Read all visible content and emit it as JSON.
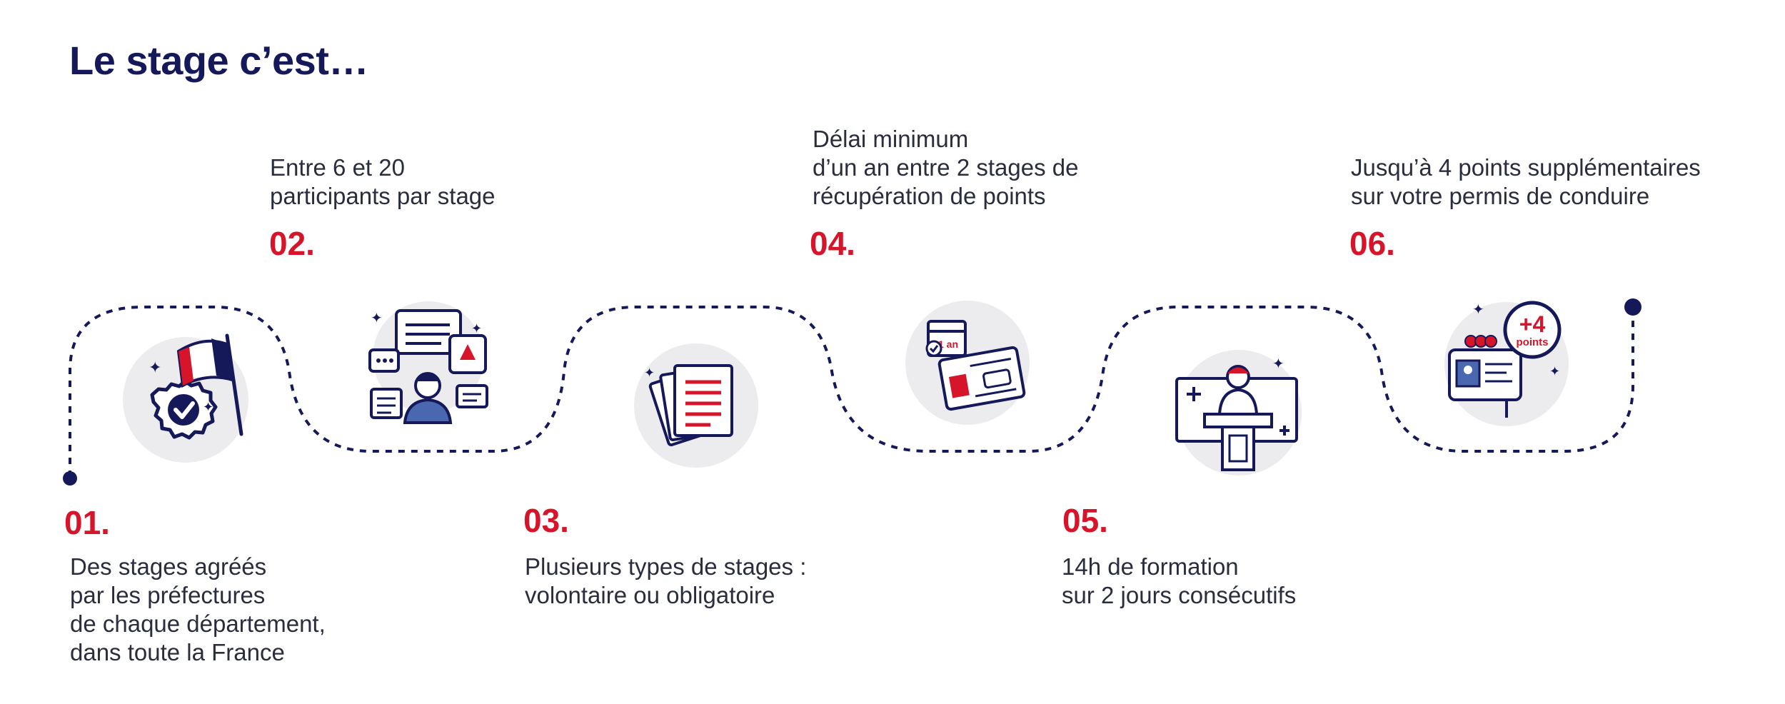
{
  "title": "Le stage c’est…",
  "colors": {
    "navy": "#15195a",
    "red": "#d6142a",
    "circle": "#ececef"
  },
  "steps": [
    {
      "number": "01.",
      "lines": [
        "Des stages agréés",
        "par les préfectures",
        "de chaque département,",
        "dans toute la France"
      ],
      "icon": "approved-badge-flag-icon"
    },
    {
      "number": "02.",
      "lines": [
        "Entre 6 et 20",
        "participants par stage"
      ],
      "icon": "discussion-group-icon"
    },
    {
      "number": "03.",
      "lines": [
        "Plusieurs types de stages :",
        "volontaire ou obligatoire"
      ],
      "icon": "documents-stack-icon"
    },
    {
      "number": "04.",
      "lines": [
        "Délai minimum",
        "d’un an entre 2 stages de",
        "récupération de points"
      ],
      "icon": "calendar-license-icon",
      "icon_text": "1 an"
    },
    {
      "number": "05.",
      "lines": [
        "14h de formation",
        "sur 2 jours consécutifs"
      ],
      "icon": "trainer-podium-icon"
    },
    {
      "number": "06.",
      "lines": [
        "Jusqu’à 4 points supplémentaires",
        "sur votre permis de conduire"
      ],
      "icon": "license-points-icon",
      "icon_text": [
        "+4",
        "points"
      ]
    }
  ]
}
